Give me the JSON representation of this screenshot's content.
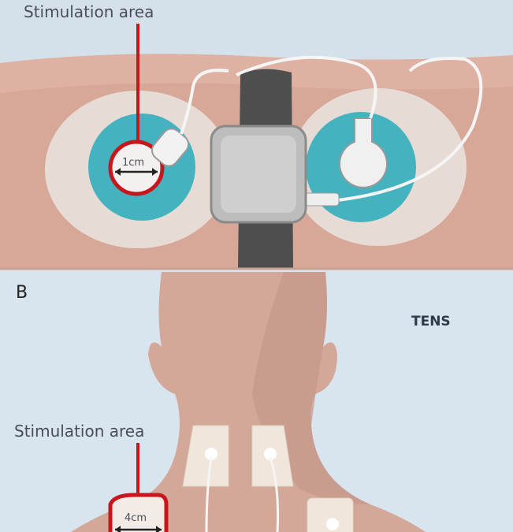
{
  "panel_a": {
    "stimulation_label": "Stimulation area",
    "size_label": "1cm"
  },
  "panel_b": {
    "panel_letter": "B",
    "device_label": "TENS",
    "stimulation_label": "Stimulation area",
    "size_label": "4cm"
  },
  "colors": {
    "background": "#d6e2ec",
    "skin": "#d6a898",
    "teal": "#45b3bf",
    "highlight": "#c8161d",
    "strap": "#4e4e4e"
  }
}
